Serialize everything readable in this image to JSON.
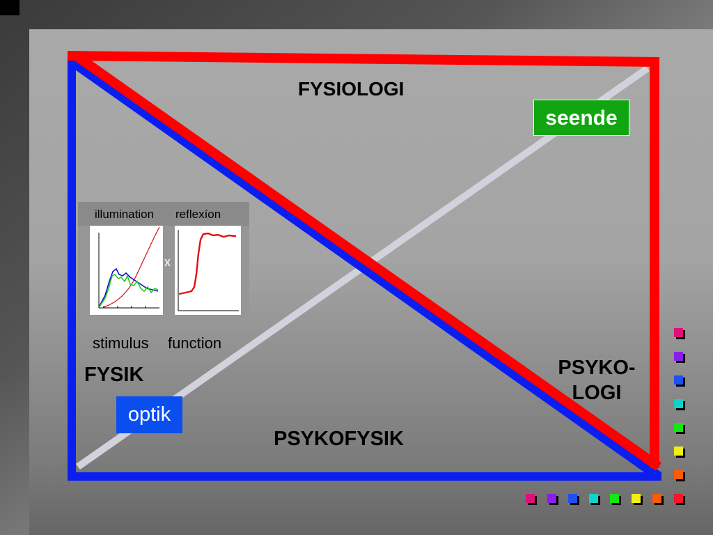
{
  "diagram": {
    "top_label": "FYSIOLOGI",
    "left_label": "FYSIK",
    "bottom_label": "PSYKOFYSIK",
    "right_label_line1": "PSYKO-",
    "right_label_line2": "LOGI",
    "tag_top_right": "seende",
    "tag_bottom_left": "optik"
  },
  "inset": {
    "label_left": "illumination",
    "label_right": "reflexíon",
    "operator": "x",
    "caption_left": "stimulus",
    "caption_right": "function"
  },
  "colors": {
    "red": "#ff0000",
    "blue": "#0a1ef0",
    "green_tag": "#11a611",
    "blue_tag": "#0a4ef0",
    "diagonal_light": "#d2d2dc"
  },
  "swatches": {
    "column": [
      "#e0107a",
      "#8a1ee8",
      "#1e50f0",
      "#10d2c8",
      "#14e614",
      "#f0f014",
      "#ff5a0a",
      "#ff1428"
    ],
    "row": [
      "#e0107a",
      "#8a1ee8",
      "#1e50f0",
      "#10d2c8",
      "#14e614",
      "#f0f014",
      "#ff5a0a",
      "#ff1428"
    ]
  }
}
